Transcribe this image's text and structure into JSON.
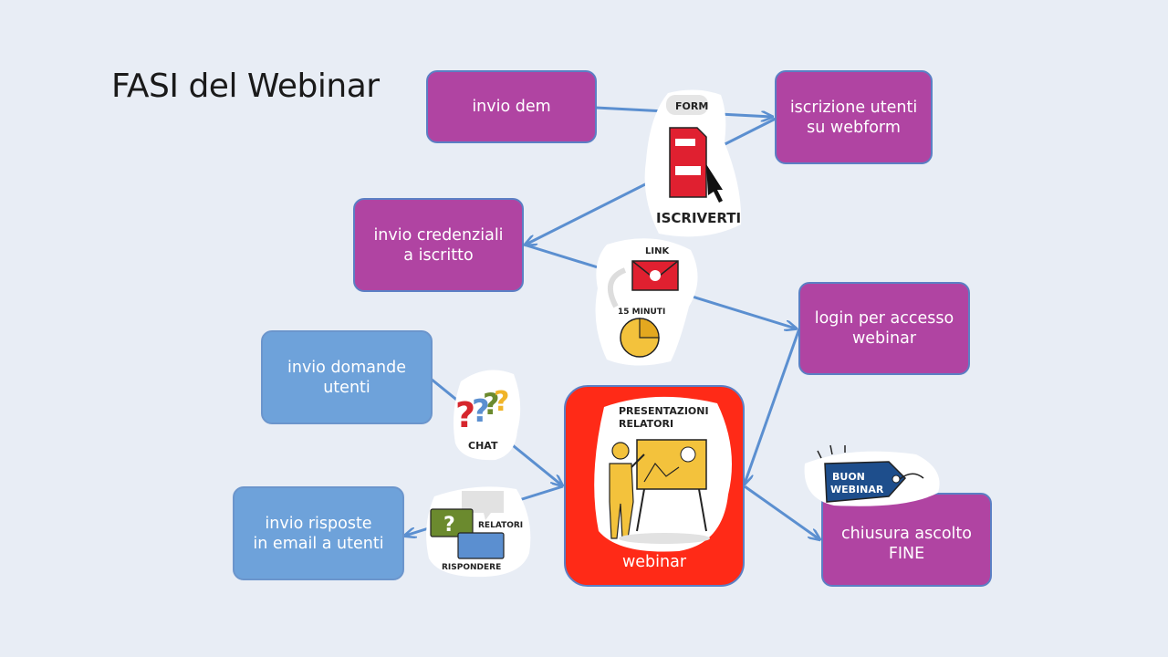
{
  "title": "FASI del Webinar",
  "nodes": {
    "invio_dem": "invio dem",
    "iscrizione": "iscrizione utenti\nsu webform",
    "credenziali": "invio credenziali\na iscritto",
    "login": "login per accesso\nwebinar",
    "domande": "invio domande\nutenti",
    "risposte": "invio risposte\nin email a utenti",
    "webinar": "webinar",
    "chiusura": "chiusura ascolto\nFINE"
  },
  "illustrations": {
    "form_label": "FORM",
    "iscriverti": "ISCRIVERTI",
    "link": "LINK",
    "minuti": "15 MINUTI",
    "chat": "CHAT",
    "presentazioni_1": "PRESENTAZIONI",
    "presentazioni_2": "RELATORI",
    "relatori": "RELATORI",
    "rispondere": "RISPONDERE",
    "buon_1": "BUON",
    "buon_2": "WEBINAR"
  },
  "colors": {
    "purple": "#b044a2",
    "blue": "#6ea2da",
    "red": "#ff2a17",
    "arrow": "#5b8fd0"
  }
}
